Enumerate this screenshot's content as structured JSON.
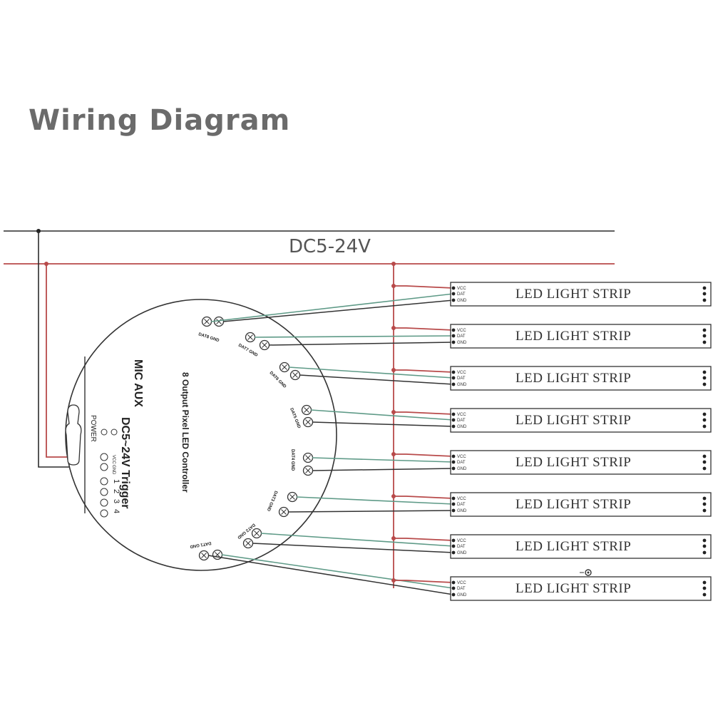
{
  "title": "Wiring Diagram",
  "supply": {
    "voltage_label": "DC5-24V"
  },
  "controller": {
    "name": "8 Output Pixel LED Controller",
    "ports_label": "MIC AUX",
    "trigger_label": "DC5~24V Trigger",
    "power_label": "POWER",
    "power_terminals": [
      "VCC",
      "GND"
    ],
    "trigger_numbers": [
      "1",
      "2",
      "3",
      "4"
    ],
    "outputs": [
      {
        "label": "DAT8 GND"
      },
      {
        "label": "DAT7 GND"
      },
      {
        "label": "DAT6 GND"
      },
      {
        "label": "DAT5 GND"
      },
      {
        "label": "DAT4 GND"
      },
      {
        "label": "DAT3 GND"
      },
      {
        "label": "DAT2 GND"
      },
      {
        "label": "DAT1 GND"
      }
    ]
  },
  "strips": [
    {
      "label": "LED  LIGHT STRIP"
    },
    {
      "label": "LED  LIGHT STRIP"
    },
    {
      "label": "LED  LIGHT STRIP"
    },
    {
      "label": "LED  LIGHT STRIP"
    },
    {
      "label": "LED  LIGHT STRIP"
    },
    {
      "label": "LED  LIGHT STRIP"
    },
    {
      "label": "LED  LIGHT STRIP"
    },
    {
      "label": "LED  LIGHT STRIP"
    }
  ],
  "strip_pins": [
    "VCC",
    "DAT",
    "GND"
  ],
  "colors": {
    "title": "#6b6b6b",
    "positive_wire": "#b84a4a",
    "negative_wire": "#2c2c2c",
    "data_wire": "#5e9a87"
  }
}
